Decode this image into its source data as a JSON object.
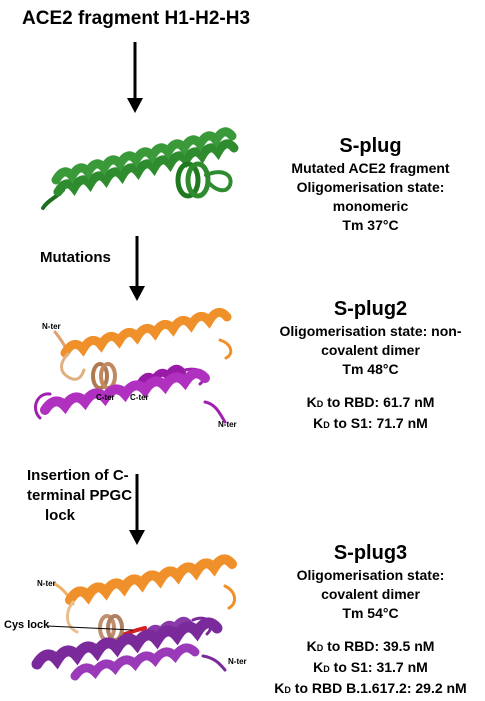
{
  "header": {
    "title": "ACE2 fragment H1-H2-H3"
  },
  "steps": {
    "step1": [
      "Mutations"
    ],
    "step2": [
      "Insertion of C-",
      "terminal PPGC",
      "lock"
    ]
  },
  "splug1": {
    "name": "S-plug",
    "lines": [
      "Mutated ACE2 fragment",
      "Oligomerisation state: monomeric",
      "Tm 37°C"
    ]
  },
  "splug2": {
    "name": "S-plug2",
    "lines": [
      "Oligomerisation state: non-",
      "covalent dimer",
      "Tm 48°C"
    ],
    "kd": [
      {
        "k": "K",
        "sub": "D",
        "rest": " to RBD: 61.7 nM"
      },
      {
        "k": "K",
        "sub": "D",
        "rest": " to S1: 71.7 nM"
      }
    ],
    "labels": {
      "nter1": "N-ter",
      "cter1": "C-ter",
      "cter2": "C-ter",
      "nter2": "N-ter"
    }
  },
  "splug3": {
    "name": "S-plug3",
    "lines": [
      "Oligomerisation state:",
      "covalent dimer",
      "Tm 54°C"
    ],
    "kd": [
      {
        "k": "K",
        "sub": "D",
        "rest": " to RBD: 39.5 nM"
      },
      {
        "k": "K",
        "sub": "D",
        "rest": " to S1: 31.7 nM"
      },
      {
        "k": "K",
        "sub": "D",
        "rest": " to RBD B.1.617.2: 29.2 nM"
      }
    ],
    "labels": {
      "nter1": "N-ter",
      "cyslock": "Cys lock",
      "nter2": "N-ter"
    }
  },
  "colors": {
    "green": "#2e8b2e",
    "orange": "#f0902a",
    "purple": "#a020b0",
    "darkpurple": "#7a2a9a",
    "red": "#d42020"
  }
}
